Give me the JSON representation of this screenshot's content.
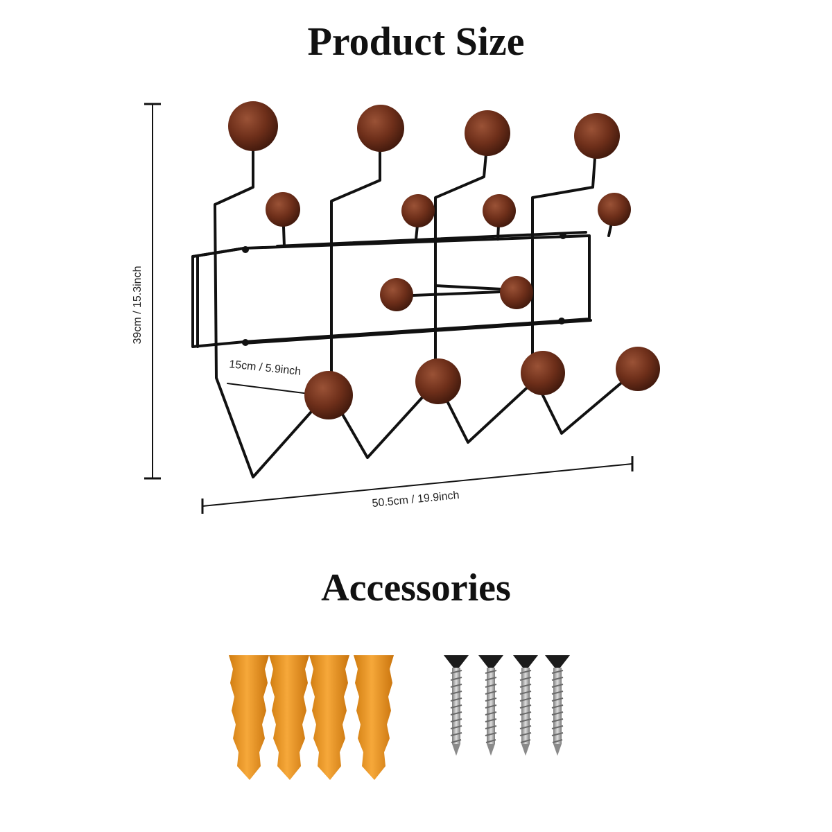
{
  "product_size": {
    "title": "Product Size",
    "height_label": "39cm / 15.3inch",
    "depth_label": "15cm / 5.9inch",
    "width_label": "50.5cm / 19.9inch"
  },
  "accessories": {
    "title": "Accessories"
  },
  "colors": {
    "wood_ball": "#6e2f1a",
    "wire": "#111111",
    "anchor": "#e8961e",
    "screw": "#a9a9a9"
  },
  "icons": [
    "coat-rack-illustration",
    "wall-anchor-icon",
    "screw-icon"
  ]
}
